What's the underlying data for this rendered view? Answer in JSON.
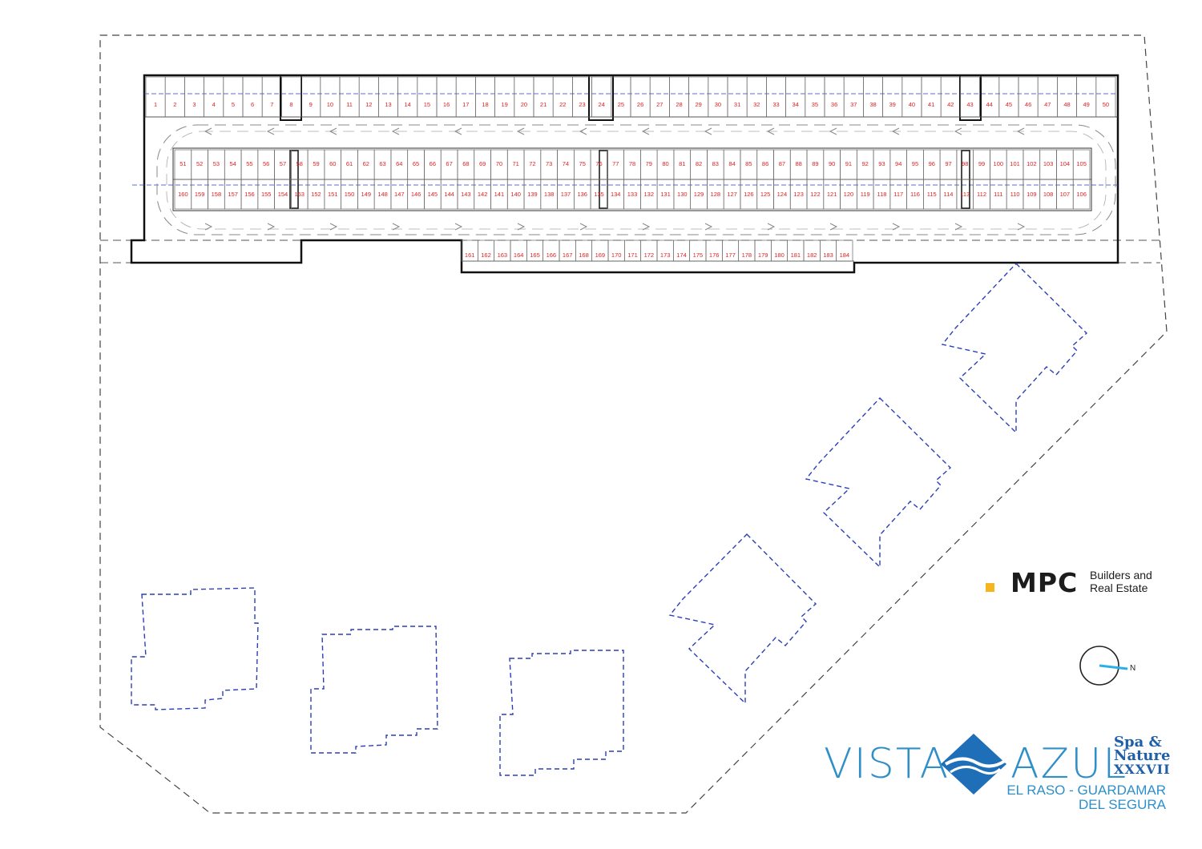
{
  "plan": {
    "spaces_top": [
      "1",
      "2",
      "3",
      "4",
      "5",
      "6",
      "7",
      "8",
      "9",
      "10",
      "11",
      "12",
      "13",
      "14",
      "15",
      "16",
      "17",
      "18",
      "19",
      "20",
      "21",
      "22",
      "23",
      "24",
      "25",
      "26",
      "27",
      "28",
      "29",
      "30",
      "31",
      "32",
      "33",
      "34",
      "35",
      "36",
      "37",
      "38",
      "39",
      "40",
      "41",
      "42",
      "43",
      "44",
      "45",
      "46",
      "47",
      "48",
      "49",
      "50"
    ],
    "spaces_mid_upper": [
      "51",
      "52",
      "53",
      "54",
      "55",
      "56",
      "57",
      "58",
      "59",
      "60",
      "61",
      "62",
      "63",
      "64",
      "65",
      "66",
      "67",
      "68",
      "69",
      "70",
      "71",
      "72",
      "73",
      "74",
      "75",
      "76",
      "77",
      "78",
      "79",
      "80",
      "81",
      "82",
      "83",
      "84",
      "85",
      "86",
      "87",
      "88",
      "89",
      "90",
      "91",
      "92",
      "93",
      "94",
      "95",
      "96",
      "97",
      "98",
      "99",
      "100",
      "101",
      "102",
      "103",
      "104",
      "105"
    ],
    "spaces_mid_lower": [
      "160",
      "159",
      "158",
      "157",
      "156",
      "155",
      "154",
      "153",
      "152",
      "151",
      "150",
      "149",
      "148",
      "147",
      "146",
      "145",
      "144",
      "143",
      "142",
      "141",
      "140",
      "139",
      "138",
      "137",
      "136",
      "135",
      "134",
      "133",
      "132",
      "131",
      "130",
      "129",
      "128",
      "127",
      "126",
      "125",
      "124",
      "123",
      "122",
      "121",
      "120",
      "119",
      "118",
      "117",
      "116",
      "115",
      "114",
      "113",
      "112",
      "111",
      "110",
      "109",
      "108",
      "107",
      "106"
    ],
    "spaces_bottom": [
      "161",
      "162",
      "163",
      "164",
      "165",
      "166",
      "167",
      "168",
      "169",
      "170",
      "171",
      "172",
      "173",
      "174",
      "175",
      "176",
      "177",
      "178",
      "179",
      "180",
      "181",
      "182",
      "183",
      "184"
    ]
  },
  "branding": {
    "mpc_mark": "MPC",
    "mpc_tagline_1": "Builders and",
    "mpc_tagline_2": "Real Estate",
    "logo_left": "VISTA",
    "logo_right": "AZUL",
    "logo_spa_1": "Spa &",
    "logo_spa_2": "Nature",
    "logo_roman": "XXXVII",
    "location_1": "EL RASO - GUARDAMAR",
    "location_2": "DEL SEGURA"
  },
  "compass": {
    "label": "N"
  },
  "colors": {
    "space_number": "#e02020",
    "building_outline": "#2b3fb8",
    "brand_blue": "#2e8fc9",
    "mpc_yellow": "#f5b51e"
  }
}
